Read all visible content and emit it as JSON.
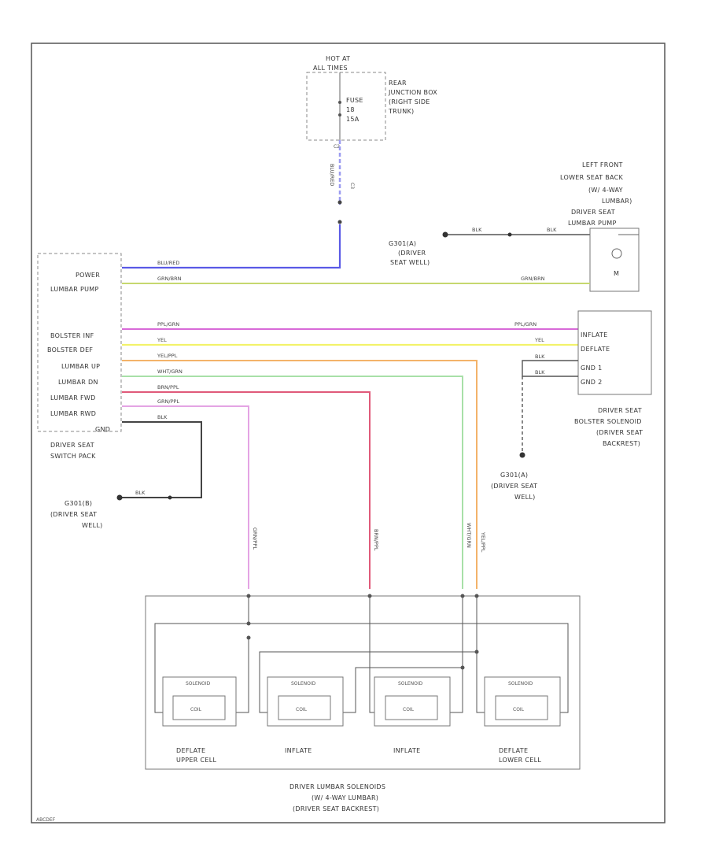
{
  "fuse_block": {
    "hot_label": [
      "HOT AT",
      "ALL TIMES"
    ],
    "fuse": [
      "FUSE",
      "18",
      "15A"
    ],
    "junction_box": [
      "REAR",
      "JUNCTION BOX",
      "(RIGHT SIDE",
      "TRUNK)"
    ],
    "pin": "C2",
    "connector": "C3"
  },
  "wire_colors": {
    "blue_red": "#5a5ae6",
    "grn_brn": "#c6d86e",
    "ppl_grn": "#d86ad8",
    "yel": "#f2f26a",
    "yel_ppl": "#f5a0a0",
    "wht_grn": "#a8e0a8",
    "brn_ppl": "#e05a7a",
    "grn_ppl": "#e4a4e4",
    "yel_ppl_run": "#f3b36a",
    "black": "#444444"
  },
  "switch_pack": {
    "pins": [
      "POWER",
      "LUMBAR PUMP",
      "BOLSTER INF",
      "BOLSTER DEF",
      "LUMBAR UP",
      "LUMBAR DN",
      "LUMBAR FWD",
      "LUMBAR RWD",
      "GND"
    ],
    "caption": [
      "DRIVER SEAT",
      "SWITCH PACK"
    ]
  },
  "wires": {
    "blu_red": "BLU/RED",
    "grn_brn": "GRN/BRN",
    "ppl_grn": "PPL/GRN",
    "yel": "YEL",
    "yel_ppl": "YEL/PPL",
    "wht_grn": "WHT/GRN",
    "brn_ppl": "BRN/PPL",
    "grn_ppl": "GRN/PPL",
    "blk": "BLK"
  },
  "pump": {
    "label": [
      "LEFT FRONT",
      "LOWER SEAT BACK",
      "(W/ 4-WAY",
      "LUMBAR)",
      "DRIVER SEAT",
      "LUMBAR PUMP"
    ],
    "motor": "M"
  },
  "grounds": {
    "g_top": [
      "G301(A)",
      "(DRIVER",
      "SEAT WELL)"
    ],
    "g_left": [
      "G301(B)",
      "(DRIVER SEAT",
      "WELL)"
    ],
    "g_mid": [
      "G301(A)",
      "(DRIVER SEAT",
      "WELL)"
    ]
  },
  "bolster": {
    "pins": [
      "INFLATE",
      "DEFLATE",
      "GND 1",
      "GND 2"
    ],
    "caption": [
      "DRIVER SEAT",
      "BOLSTER SOLENOID",
      "(DRIVER SEAT",
      "BACKREST)"
    ]
  },
  "lumbar": {
    "cells": [
      "DEFLATE\nUPPER CELL",
      "INFLATE",
      "INFLATE",
      "DEFLATE\nLOWER CELL"
    ],
    "cell_top_label": "SOLENOID",
    "cell_inner": "COIL",
    "caption": [
      "DRIVER LUMBAR SOLENOIDS",
      "(W/ 4-WAY LUMBAR)",
      "(DRIVER SEAT BACKREST)"
    ]
  },
  "footer": "ABCDEF"
}
